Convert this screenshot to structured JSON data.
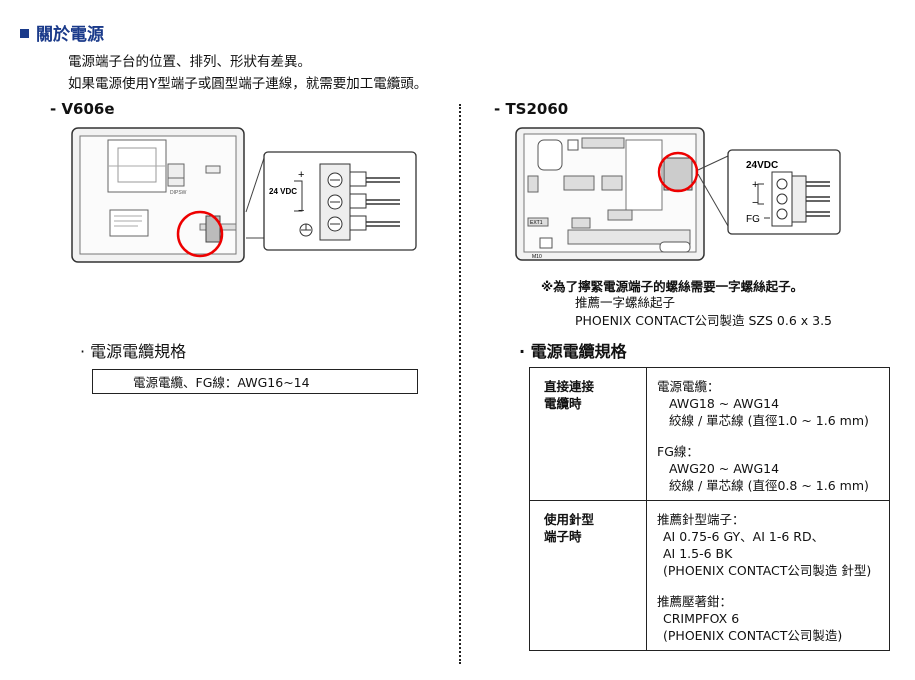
{
  "section_title": "關於電源",
  "intro": [
    "電源端子台的位置、排列、形狀有差異。",
    "如果電源使用Y型端子或圓型端子連線，就需要加工電纜頭。"
  ],
  "left": {
    "model": "- V606e",
    "diagram": {
      "dipsw": "DIPSW",
      "voltage_label": "24 VDC",
      "plus": "+",
      "minus": "−"
    },
    "spec_title": "· 電源電纜規格",
    "spec_text": "電源電纜、FG線：AWG16~14"
  },
  "right": {
    "model": "- TS2060",
    "diagram": {
      "voltage_label": "24VDC",
      "plus": "+",
      "minus": "−",
      "fg": "FG",
      "ext1": "EXT1",
      "m10": "M10"
    },
    "note_line1": "※為了擰緊電源端子的螺絲需要一字螺絲起子。",
    "note_line2": "推薦一字螺絲起子",
    "note_line3": "PHOENIX CONTACT公司製造 SZS 0.6 x 3.5",
    "spec_title": "· 電源電纜規格",
    "table": {
      "row1_head_1": "直接連接",
      "row1_head_2": "電纜時",
      "row1_lines": [
        "電源電纜：",
        "AWG18 ~ AWG14",
        "絞線 / 單芯線 (直徑1.0 ~ 1.6 mm)",
        "FG線：",
        "AWG20 ~ AWG14",
        "絞線 / 單芯線 (直徑0.8 ~ 1.6 mm)"
      ],
      "row2_head_1": "使用針型",
      "row2_head_2": "端子時",
      "row2_lines": [
        "推薦針型端子：",
        "AI 0.75-6 GY、AI 1-6 RD、",
        "AI 1.5-6 BK",
        "(PHOENIX CONTACT公司製造 針型)",
        "推薦壓著鉗：",
        "CRIMPFOX 6",
        "(PHOENIX CONTACT公司製造)"
      ]
    }
  }
}
